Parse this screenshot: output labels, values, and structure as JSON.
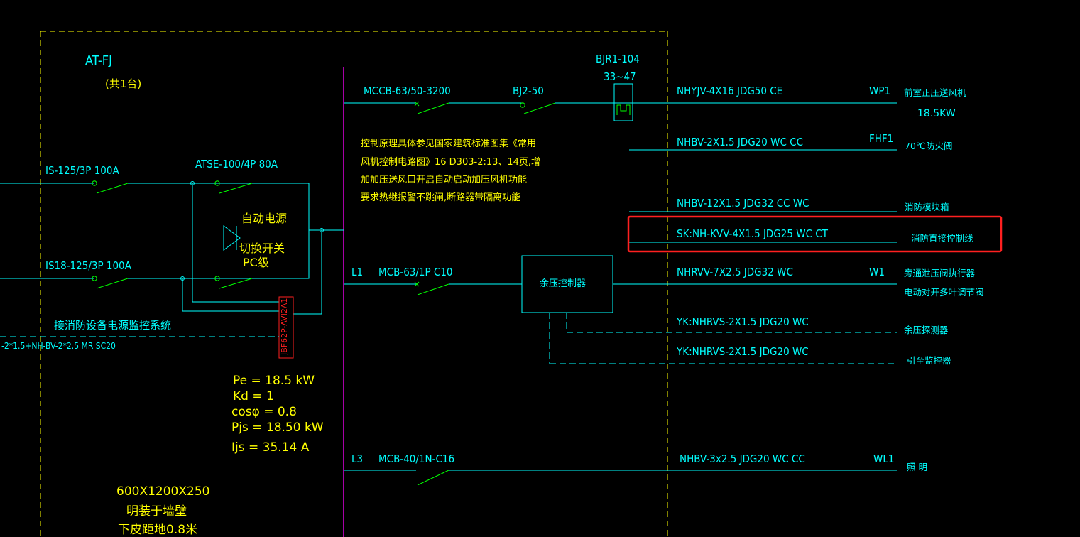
{
  "colors": {
    "background": "#000000",
    "wire": "#00FFFF",
    "bus": "#FF00FF",
    "breaker": "#00FF00",
    "border": "#FFFF00",
    "callout": "#FF2020"
  },
  "panel": {
    "name": "AT-FJ",
    "qty": "(共1台)",
    "size": "600X1200X250",
    "mount_line1": "明装于墙壁",
    "mount_line2": "下皮距地0.8米"
  },
  "incoming": {
    "breaker1": "IS-125/3P 100A",
    "breaker2": "IS18-125/3P 100A",
    "ats": "ATSE-100/4P 80A",
    "ats_text1": "自动电源",
    "ats_text2": "切换开关",
    "ats_text3": "PC级",
    "monitor_module": "JBF62P-AVI2A1",
    "monitor_note": "接消防设备电源监控系统",
    "monitor_cable": "-2*1.5+NH-BV-2*2.5 MR SC20"
  },
  "load_calc": {
    "pe": "Pe = 18.5  kW",
    "kd": "Kd = 1",
    "cos": "cosφ = 0.8",
    "pjs": "Pjs = 18.50  kW",
    "ijs": "Ijs = 35.14  A"
  },
  "note": {
    "line1": "控制原理具体参见国家建筑标准图集《常用",
    "line2": "风机控制电路图》16 D303-2:13、14页,增",
    "line3": "加加压送风口开启自动启动加压风机功能",
    "line4": "要求热继报警不跳闸,断路器带隔离功能"
  },
  "relay": {
    "model": "BJR1-104",
    "range": "33~47"
  },
  "circuits": [
    {
      "breaker": "MCCB-63/50-3200",
      "contactor": "BJ2-50",
      "cable": "NHYJV-4X16  JDG50  CE",
      "id": "WP1",
      "desc": "前室正压送风机",
      "desc2": "18.5KW"
    },
    {
      "cable": "NHBV-2X1.5  JDG20  WC  CC",
      "id": "FHF1",
      "desc": "70℃防火阀"
    },
    {
      "cable": "NHBV-12X1.5  JDG32  CC  WC",
      "desc": "消防模块箱"
    },
    {
      "cable": "SK:NH-KVV-4X1.5  JDG25  WC  CT",
      "desc": "消防直接控制线"
    },
    {
      "phase": "L1",
      "breaker": "MCB-63/1P C10",
      "controller": "余压控制器",
      "cable": "NHRVV-7X2.5  JDG32  WC",
      "id": "W1",
      "desc": "旁通泄压阀执行器",
      "desc2": "电动对开多叶调节阀"
    },
    {
      "cable": "YK:NHRVS-2X1.5  JDG20  WC",
      "desc": "余压探测器"
    },
    {
      "cable": "YK:NHRVS-2X1.5  JDG20  WC",
      "desc": "引至监控器"
    },
    {
      "phase": "L3",
      "breaker": "MCB-40/1N-C16",
      "cable": "NHBV-3x2.5  JDG20  WC  CC",
      "id": "WL1",
      "desc": "照  明"
    }
  ]
}
